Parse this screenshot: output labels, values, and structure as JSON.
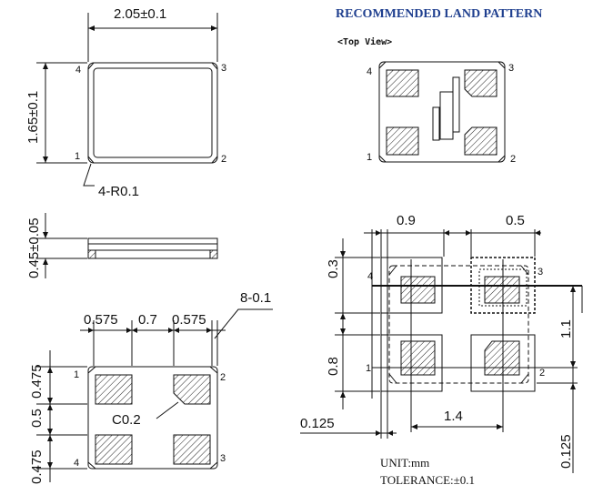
{
  "header": {
    "title": "RECOMMENDED LAND PATTERN",
    "top_view": "<Top View>"
  },
  "top_view": {
    "width_dim": "2.05±0.1",
    "height_dim": "1.65±0.1",
    "corner_note": "4-R0.1",
    "pins": [
      "1",
      "2",
      "3",
      "4"
    ]
  },
  "side_view": {
    "height_dim": "0.45±0.05"
  },
  "bottom_view": {
    "dims_top": [
      "0.575",
      "0.7",
      "0.575"
    ],
    "pad_note": "8-0.1",
    "dims_left": [
      "0.475",
      "0.5",
      "0.475"
    ],
    "chamfer_note": "C0.2",
    "pins": [
      "1",
      "2",
      "3",
      "4"
    ]
  },
  "land_pattern": {
    "dim_09": "0.9",
    "dim_05": "0.5",
    "dim_03": "0.3",
    "dim_08": "0.8",
    "dim_11": "1.1",
    "dim_14": "1.4",
    "dim_0125_left": "0.125",
    "dim_0125_right": "0.125",
    "pins": [
      "1",
      "2",
      "3",
      "4"
    ]
  },
  "notes": {
    "unit": "UNIT:mm",
    "tolerance": "TOLERANCE:±0.1"
  }
}
